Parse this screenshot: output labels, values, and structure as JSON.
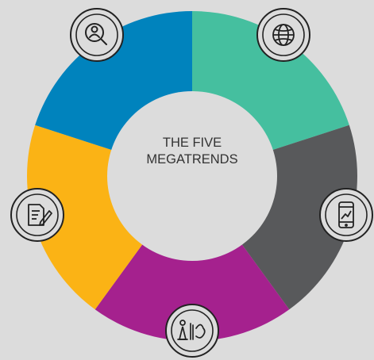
{
  "title": {
    "line1": "THE FIVE",
    "line2": "MEGATRENDS"
  },
  "segments": [
    {
      "key": "globe",
      "color": "#45bf9f",
      "icon": "globe-icon"
    },
    {
      "key": "mobile",
      "color": "#58595b",
      "icon": "mobile-chart-icon"
    },
    {
      "key": "climate",
      "color": "#a5218e",
      "icon": "climate-icon"
    },
    {
      "key": "document",
      "color": "#fbb315",
      "icon": "document-edit-icon"
    },
    {
      "key": "people",
      "color": "#0083bd",
      "icon": "person-search-icon"
    }
  ],
  "colors": {
    "background": "#dcdcdc",
    "inner_circle": "#dcdcdc",
    "badge_fill": "#dcdcdc",
    "badge_stroke": "#222222",
    "center_text": "#333333"
  }
}
